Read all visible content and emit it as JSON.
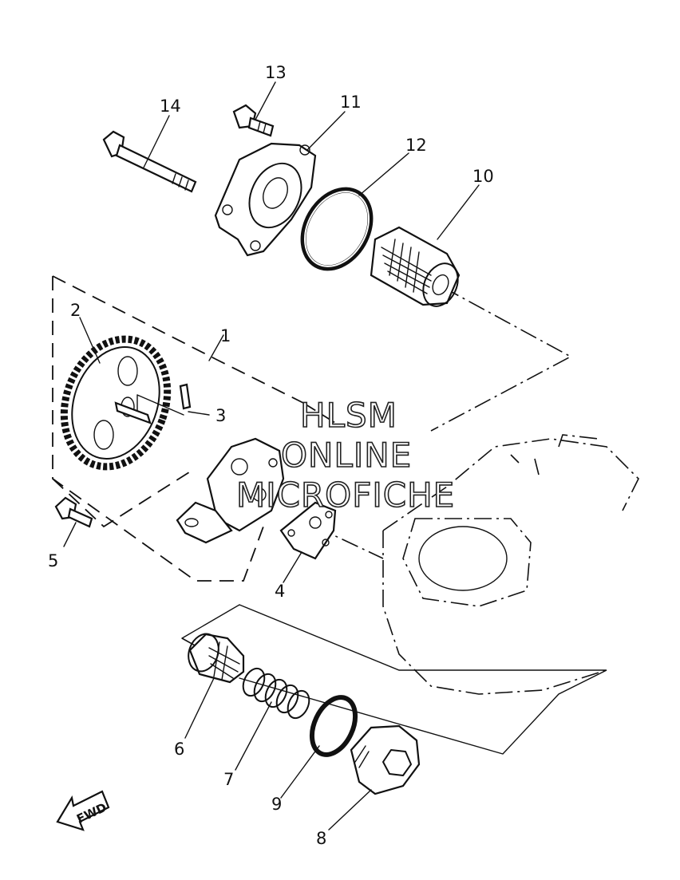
{
  "callouts": [
    {
      "id": "13",
      "label": "13"
    },
    {
      "id": "14",
      "label": "14"
    },
    {
      "id": "11",
      "label": "11"
    },
    {
      "id": "12",
      "label": "12"
    },
    {
      "id": "10",
      "label": "10"
    },
    {
      "id": "2",
      "label": "2"
    },
    {
      "id": "1",
      "label": "1"
    },
    {
      "id": "3",
      "label": "3"
    },
    {
      "id": "5",
      "label": "5"
    },
    {
      "id": "4",
      "label": "4"
    },
    {
      "id": "6",
      "label": "6"
    },
    {
      "id": "7",
      "label": "7"
    },
    {
      "id": "9",
      "label": "9"
    },
    {
      "id": "8",
      "label": "8"
    }
  ],
  "watermark": {
    "line1": "HLSM",
    "line2": "ONLINE",
    "line3": "MICROFICHE"
  },
  "direction_arrow": {
    "label": "FWD"
  }
}
